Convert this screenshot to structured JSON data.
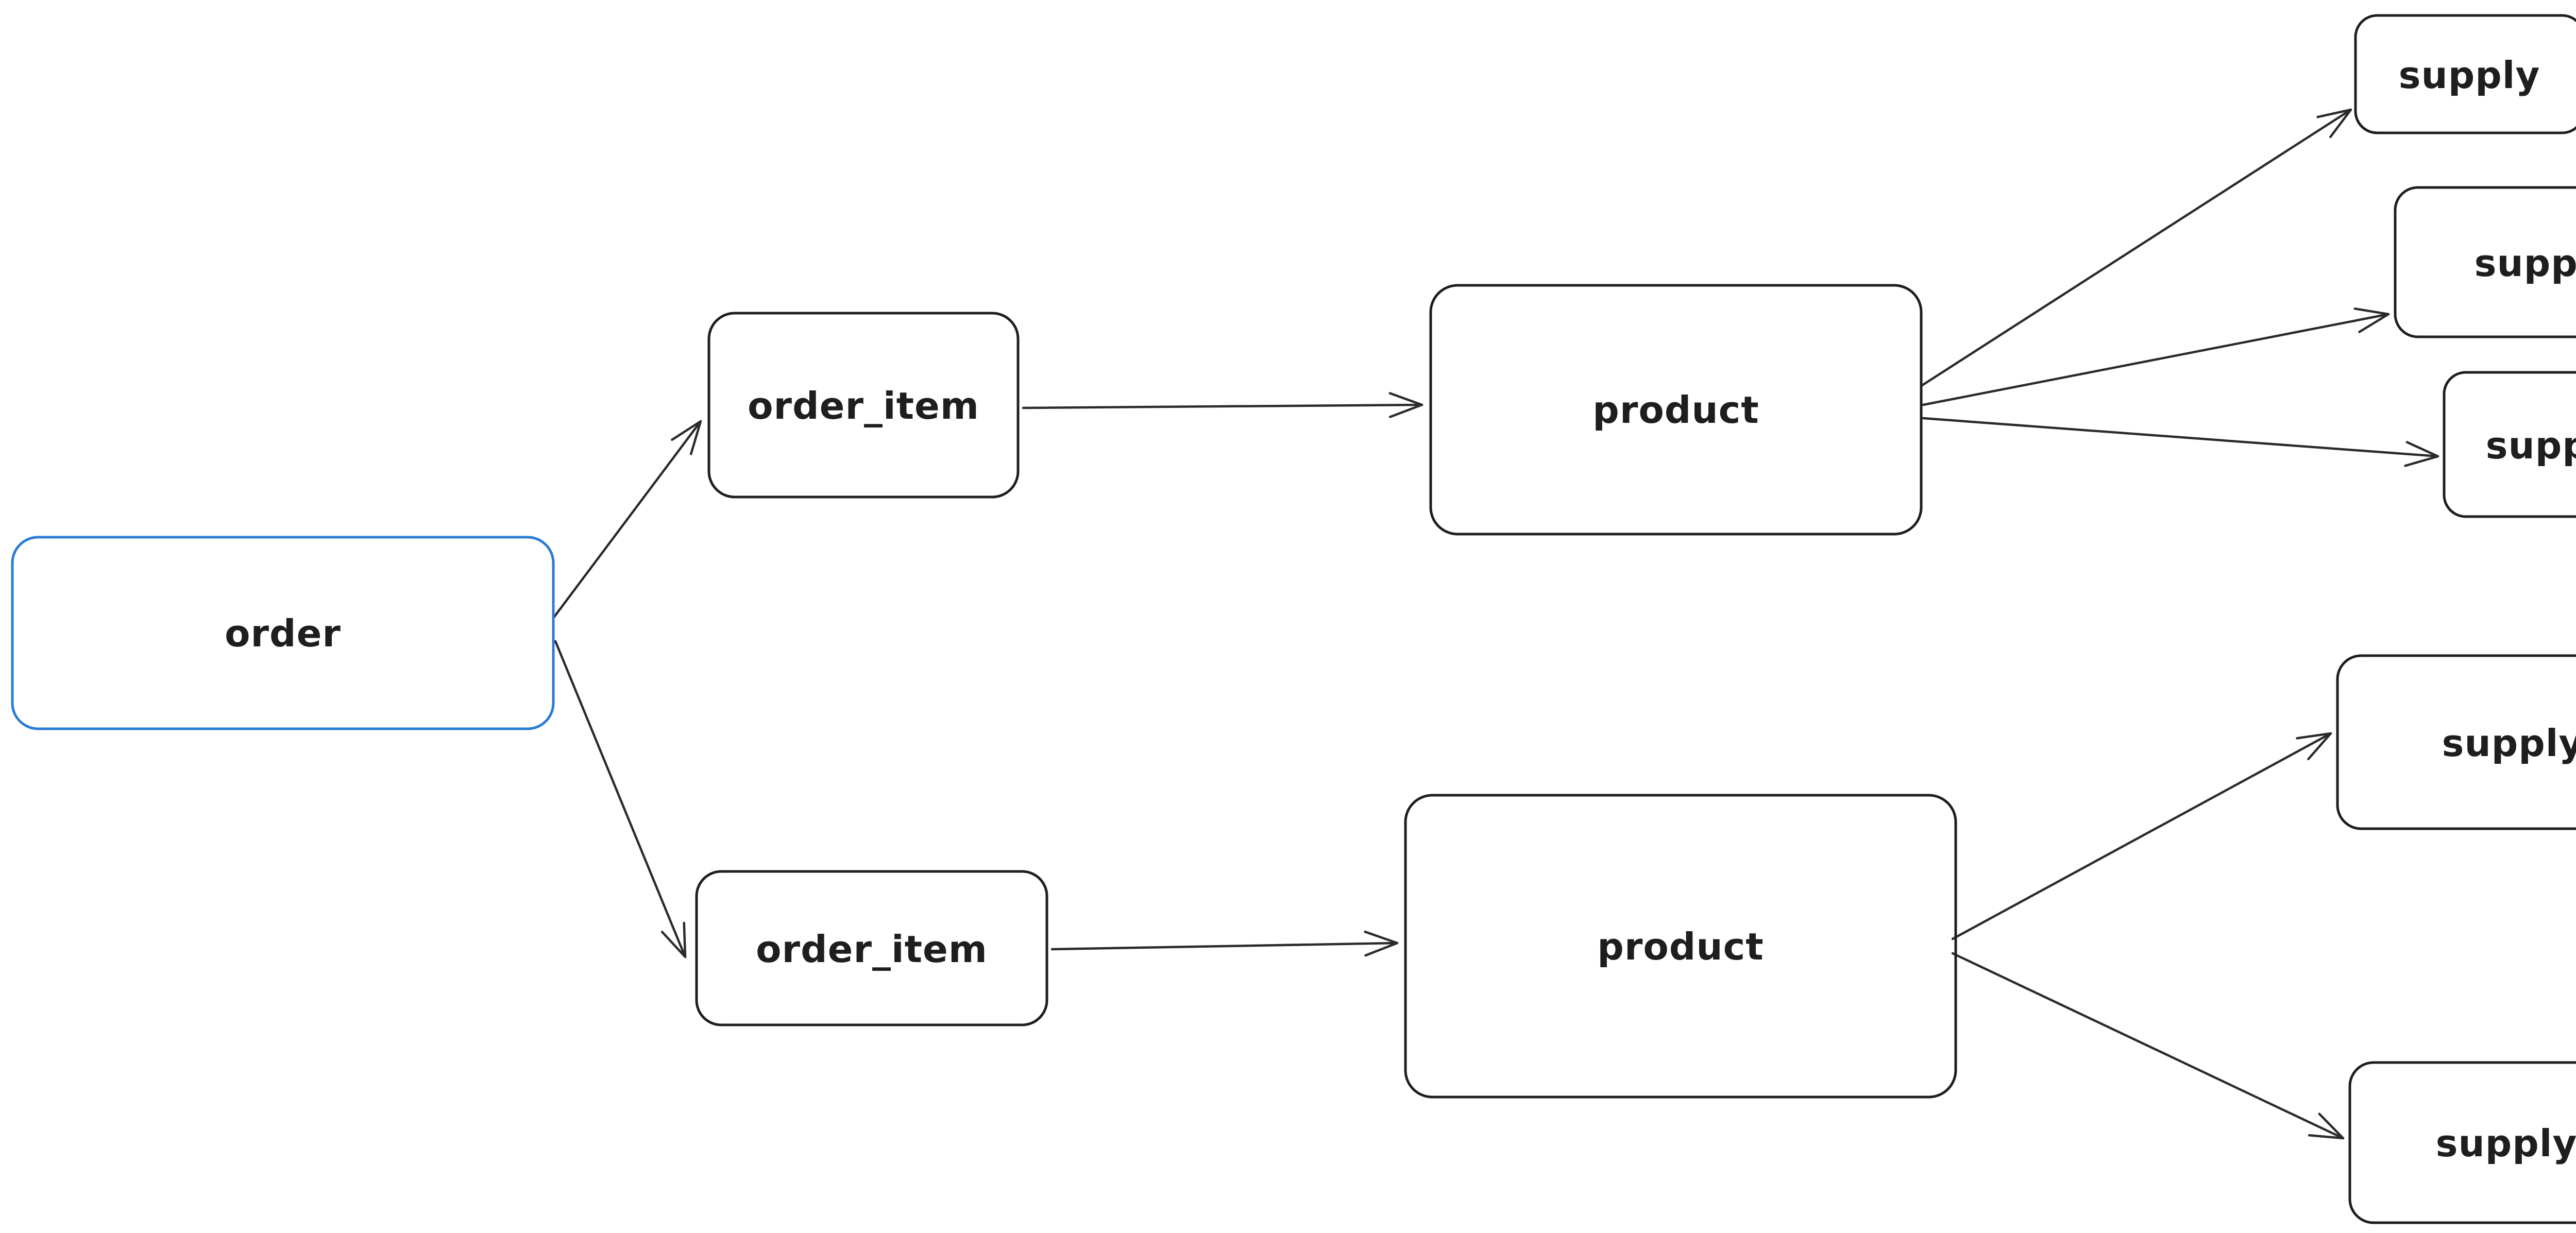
{
  "colors": {
    "canvas_background": "#ffffff",
    "default_stroke": "#1e1e1e",
    "order_stroke": "#2b7cd6",
    "arrow_stroke": "#2a2a2a",
    "label_color": "#1e1e1e",
    "hachure_green": "#9fe8b0",
    "hachure_violet": "#eeadf2",
    "hachure_yellow": "#ffe38a",
    "hachure_blue": "#aed9f7"
  },
  "nodes": [
    {
      "id": "order",
      "label": "order",
      "fill": "green"
    },
    {
      "id": "order_item_top",
      "label": "order_item",
      "fill": "violet"
    },
    {
      "id": "order_item_bottom",
      "label": "order_item",
      "fill": "violet"
    },
    {
      "id": "product_top",
      "label": "product",
      "fill": "yellow"
    },
    {
      "id": "product_bottom",
      "label": "product",
      "fill": "yellow"
    },
    {
      "id": "supply_top_1",
      "label": "supply",
      "fill": "blue"
    },
    {
      "id": "supply_top_2",
      "label": "supply",
      "fill": "blue"
    },
    {
      "id": "supply_top_3",
      "label": "supply",
      "fill": "blue"
    },
    {
      "id": "supply_bottom_1",
      "label": "supply",
      "fill": "blue"
    },
    {
      "id": "supply_bottom_2",
      "label": "supply",
      "fill": "blue"
    }
  ],
  "edges": [
    {
      "from": "order",
      "to": "order_item_top"
    },
    {
      "from": "order",
      "to": "order_item_bottom"
    },
    {
      "from": "order_item_top",
      "to": "product_top"
    },
    {
      "from": "order_item_bottom",
      "to": "product_bottom"
    },
    {
      "from": "product_top",
      "to": "supply_top_1"
    },
    {
      "from": "product_top",
      "to": "supply_top_2"
    },
    {
      "from": "product_top",
      "to": "supply_top_3"
    },
    {
      "from": "product_bottom",
      "to": "supply_bottom_1"
    },
    {
      "from": "product_bottom",
      "to": "supply_bottom_2"
    }
  ]
}
